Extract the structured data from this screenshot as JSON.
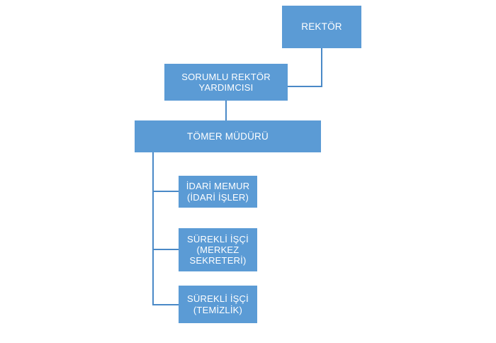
{
  "chart_data": {
    "type": "diagram",
    "title": "",
    "diagram_kind": "organizational-chart",
    "orientation": "top-down",
    "accent_color": "#5b9bd5",
    "connector_color": "#4a89c7",
    "text_color": "#ffffff",
    "background_color": "#ffffff",
    "nodes": [
      {
        "id": "rektor",
        "label": "REKTÖR",
        "level": 1,
        "parent": null
      },
      {
        "id": "sorumlu-rektor-yardimcisi",
        "label": "SORUMLU REKTÖR\nYARDIMCISI",
        "level": 2,
        "parent": "rektor"
      },
      {
        "id": "tomer-muduru",
        "label": "TÖMER MÜDÜRÜ",
        "level": 3,
        "parent": "sorumlu-rektor-yardimcisi"
      },
      {
        "id": "idari-memur",
        "label": "İDARİ MEMUR\n(İDARİ İŞLER)",
        "level": 4,
        "parent": "tomer-muduru"
      },
      {
        "id": "surekli-isci-merkez",
        "label": "SÜREKLİ İŞÇİ\n(MERKEZ\nSEKRETERİ)",
        "level": 4,
        "parent": "tomer-muduru"
      },
      {
        "id": "surekli-isci-temizlik",
        "label": "SÜREKLİ İŞÇİ\n(TEMİZLİK)",
        "level": 4,
        "parent": "tomer-muduru"
      }
    ],
    "edges": [
      {
        "from": "rektor",
        "to": "sorumlu-rektor-yardimcisi"
      },
      {
        "from": "sorumlu-rektor-yardimcisi",
        "to": "tomer-muduru"
      },
      {
        "from": "tomer-muduru",
        "to": "idari-memur"
      },
      {
        "from": "tomer-muduru",
        "to": "surekli-isci-merkez"
      },
      {
        "from": "tomer-muduru",
        "to": "surekli-isci-temizlik"
      }
    ]
  }
}
